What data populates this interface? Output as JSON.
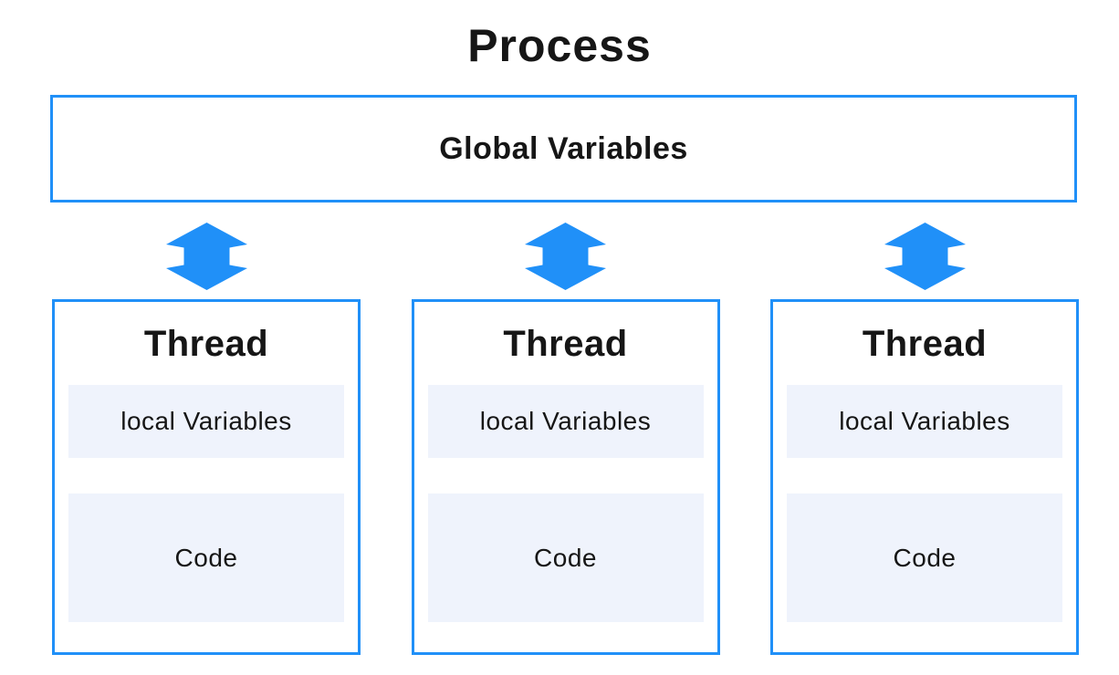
{
  "title": "Process",
  "colors": {
    "accent": "#2090F8",
    "panel": "#EFF3FC",
    "text": "#161616",
    "background": "#FFFFFF"
  },
  "global_box": {
    "label": "Global Variables"
  },
  "arrows": {
    "icon": "double-vertical-arrow-icon",
    "count": 3
  },
  "threads": [
    {
      "title": "Thread",
      "local_label": "local Variables",
      "code_label": "Code"
    },
    {
      "title": "Thread",
      "local_label": "local Variables",
      "code_label": "Code"
    },
    {
      "title": "Thread",
      "local_label": "local Variables",
      "code_label": "Code"
    }
  ]
}
